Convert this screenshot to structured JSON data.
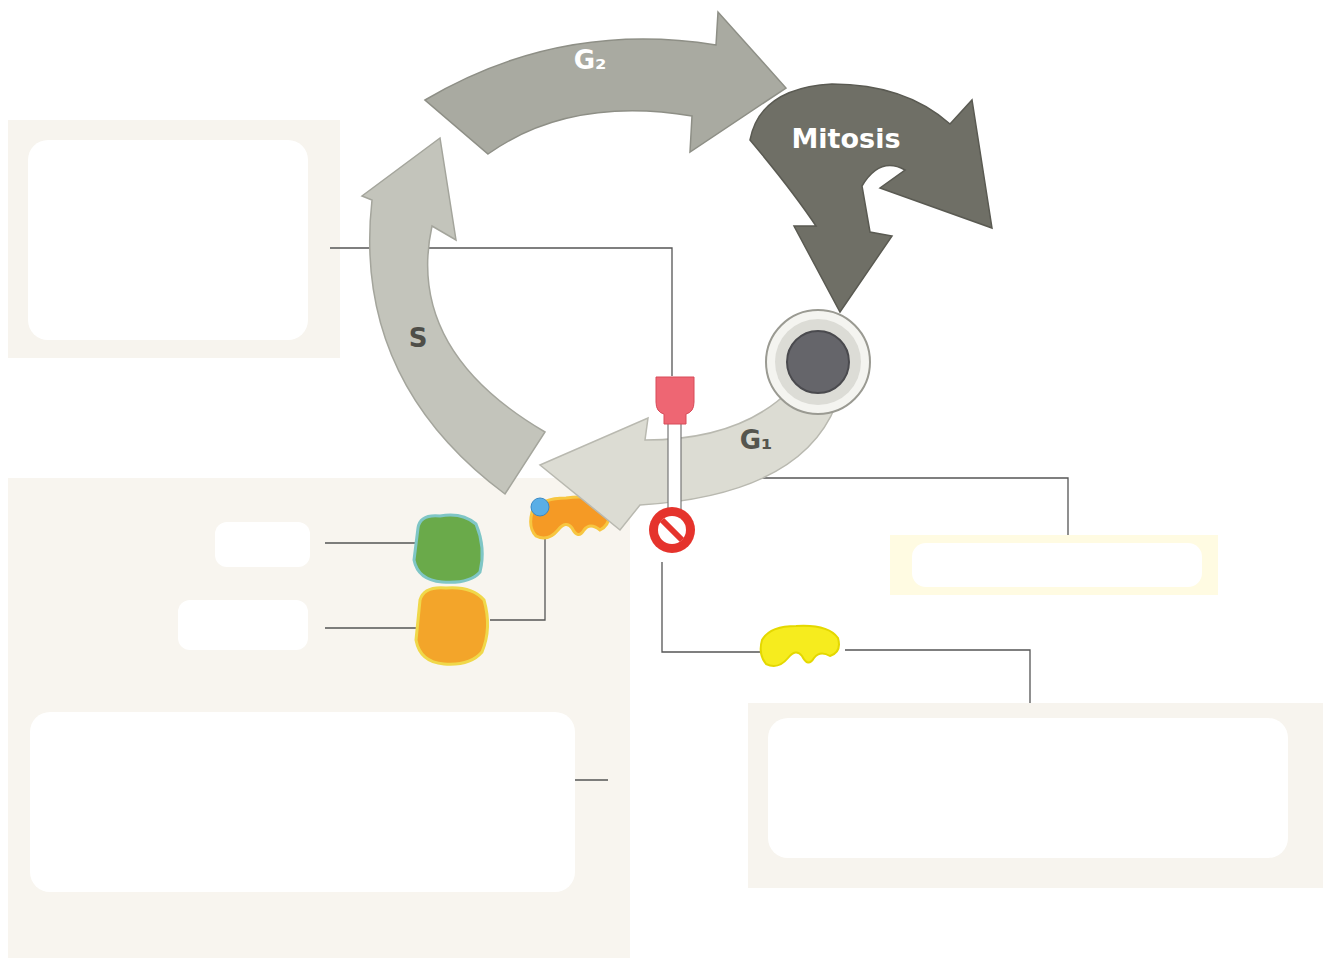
{
  "diagram": {
    "nodes": [
      {
        "text": [
          "G₂"
        ]
      },
      {
        "text": [
          "Mitosis"
        ]
      },
      {
        "text": [
          "S"
        ]
      },
      {
        "text": [
          "G₁"
        ]
      }
    ]
  }
}
